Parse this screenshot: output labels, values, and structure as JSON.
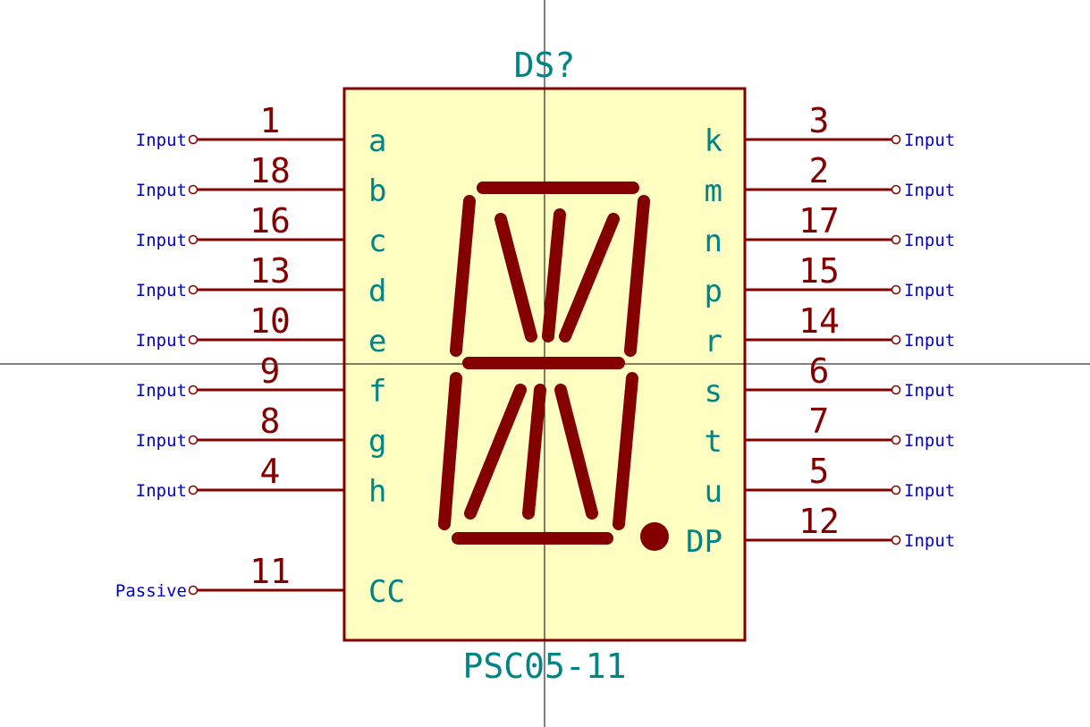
{
  "colors": {
    "body_fill": "#ffffc2",
    "body_stroke": "#840000",
    "pin": "#840000",
    "pin_number": "#840000",
    "pin_name": "#008484",
    "electrical_type": "#0000c2",
    "segment": "#840000",
    "crosshair": "#000000"
  },
  "symbol": {
    "reference": "DS?",
    "value": "PSC05-11"
  },
  "pins_left": [
    {
      "name": "a",
      "number": "1",
      "type": "Input"
    },
    {
      "name": "b",
      "number": "18",
      "type": "Input"
    },
    {
      "name": "c",
      "number": "16",
      "type": "Input"
    },
    {
      "name": "d",
      "number": "13",
      "type": "Input"
    },
    {
      "name": "e",
      "number": "10",
      "type": "Input"
    },
    {
      "name": "f",
      "number": "9",
      "type": "Input"
    },
    {
      "name": "g",
      "number": "8",
      "type": "Input"
    },
    {
      "name": "h",
      "number": "4",
      "type": "Input"
    },
    {
      "name": "CC",
      "number": "11",
      "type": "Passive"
    }
  ],
  "pins_right": [
    {
      "name": "k",
      "number": "3",
      "type": "Input"
    },
    {
      "name": "m",
      "number": "2",
      "type": "Input"
    },
    {
      "name": "n",
      "number": "17",
      "type": "Input"
    },
    {
      "name": "p",
      "number": "15",
      "type": "Input"
    },
    {
      "name": "r",
      "number": "14",
      "type": "Input"
    },
    {
      "name": "s",
      "number": "6",
      "type": "Input"
    },
    {
      "name": "t",
      "number": "7",
      "type": "Input"
    },
    {
      "name": "u",
      "number": "5",
      "type": "Input"
    },
    {
      "name": "DP",
      "number": "12",
      "type": "Input"
    }
  ]
}
